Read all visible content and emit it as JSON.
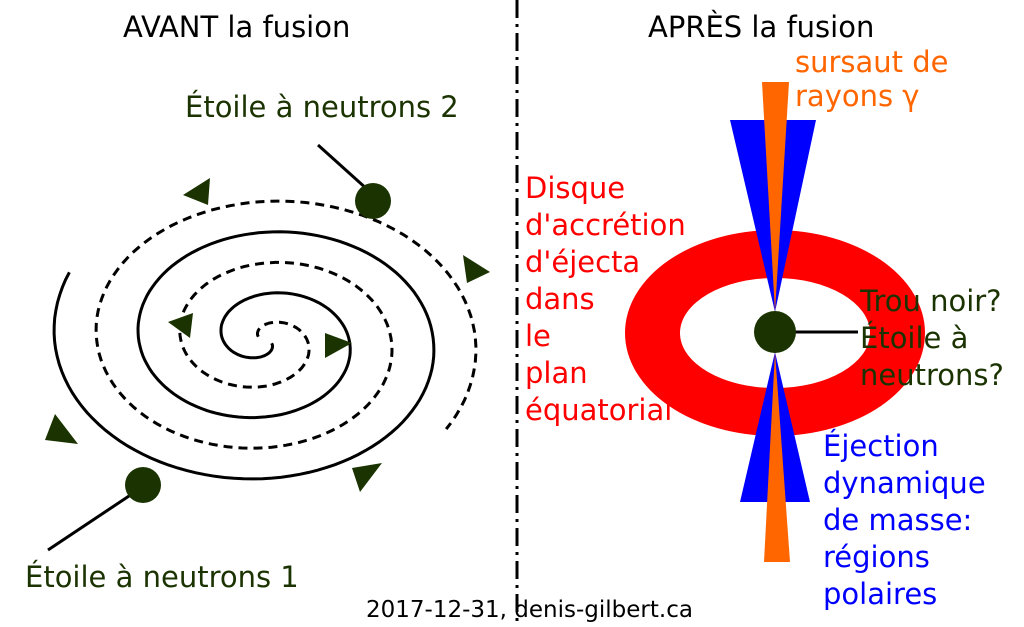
{
  "left_panel": {
    "title": "AVANT la fusion",
    "star2_label": "Étoile à neutrons 2",
    "star1_label": "Étoile à neutrons 1"
  },
  "right_panel": {
    "title": "APRÈS la fusion",
    "gamma_label": [
      "sursaut de",
      "rayons γ"
    ],
    "disk_label": [
      "Disque",
      "d'accrétion",
      "d'éjecta",
      "dans",
      "le",
      "plan",
      "équatorial"
    ],
    "remnant_label": [
      "Trou noir?",
      "Étoile à",
      "neutrons?"
    ],
    "ejection_label": [
      "Éjection",
      "dynamique",
      "de masse:",
      "régions",
      "polaires"
    ]
  },
  "credit": "2017-12-31, denis-gilbert.ca",
  "colors": {
    "star": "#1a3300",
    "disk": "#ff0000",
    "ejecta": "#0000ff",
    "gamma": "#ff6600"
  }
}
